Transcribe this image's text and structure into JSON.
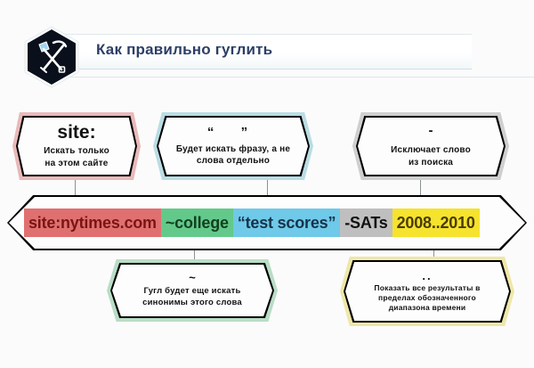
{
  "header": {
    "title": "Как правильно гуглить",
    "logo_icon": "shovel-pickaxe-hexagon-icon"
  },
  "callouts": [
    {
      "id": "site",
      "symbol": "site:",
      "description": "Искать только\nна этом сайте",
      "glow_color": "#e9b9b9",
      "position": "top-left"
    },
    {
      "id": "quotes",
      "symbol": "“   ”",
      "description": "Будет искать фразу, а не\nслова отдельно",
      "glow_color": "#b9dde3",
      "position": "top-center"
    },
    {
      "id": "minus",
      "symbol": "-",
      "description": "Исключает слово\nиз поиска",
      "glow_color": "#cfcfcf",
      "position": "top-right"
    },
    {
      "id": "tilde",
      "symbol": "~",
      "description": "Гугл будет еще искать\nсинонимы этого слова",
      "glow_color": "#b9ddc6",
      "position": "bottom-left"
    },
    {
      "id": "range",
      "symbol": "..",
      "description": "Показать все результаты в\nпределах обозначенного\nдиапазона времени",
      "glow_color": "#efe7a8",
      "position": "bottom-right"
    }
  ],
  "query": {
    "full_text": "site:nytimes.com ~college “test scores” -SATs 2008..2010",
    "tokens": [
      {
        "text": "site:nytimes.com",
        "bg": "#e07070",
        "fg": "#7b1414"
      },
      {
        "text": "~college",
        "bg": "#63c98a",
        "fg": "#12401f"
      },
      {
        "text": "“test scores”",
        "bg": "#6fc9e8",
        "fg": "#15334a"
      },
      {
        "text": "-SATs",
        "bg": "#bfbfbf",
        "fg": "#111111"
      },
      {
        "text": "2008..2010",
        "bg": "#f5e32e",
        "fg": "#4a3c00"
      }
    ]
  },
  "colors": {
    "background": "#fbfbfb",
    "title": "#2c3e66",
    "border": "#000000"
  }
}
